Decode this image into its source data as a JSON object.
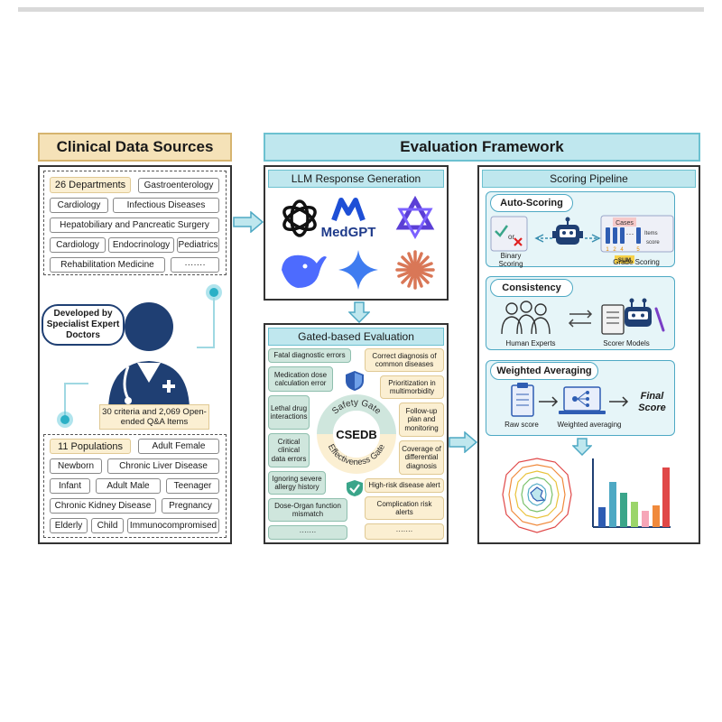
{
  "header": {
    "left_title": "Clinical Data Sources",
    "right_title": "Evaluation Framework"
  },
  "departments": {
    "title": "26 Departments",
    "items": [
      "Gastroenterology",
      "Cardiology",
      "Infectious Diseases",
      "Hepatobiliary and Pancreatic Surgery",
      "Cardiology",
      "Endocrinology",
      "Pediatrics",
      "Rehabilitation Medicine",
      "·······"
    ]
  },
  "doctor": {
    "developed_by": "Developed by Specialist Expert Doctors",
    "criteria": "30 criteria and 2,069 Open-ended Q&A Items"
  },
  "populations": {
    "title": "11 Populations",
    "items": [
      "Adult Female",
      "Newborn",
      "Chronic Liver Disease",
      "Infant",
      "Adult Male",
      "Teenager",
      "Chronic Kidney Disease",
      "Pregnancy",
      "Elderly",
      "Child",
      "Immunocompromised"
    ]
  },
  "llm": {
    "title": "LLM Response Generation",
    "medgpt_label": "MedGPT",
    "logos": [
      "openai-logo",
      "medgpt-logo",
      "qwen-logo",
      "deepseek-logo",
      "gemini-logo",
      "claude-logo"
    ]
  },
  "gated": {
    "title": "Gated-based Evaluation",
    "safety_left": [
      "Fatal diagnostic errors",
      "Medication dose calculation error",
      "Lethal drug interactions",
      "Critical clinical data errors",
      "Ignoring severe allergy history",
      "Dose-Organ function mismatch",
      "·······"
    ],
    "effect_right": [
      "Correct diagnosis of common diseases",
      "Prioritization in multimorbidity",
      "Follow-up plan and monitoring",
      "Coverage of differential diagnosis",
      "High-risk disease alert",
      "Complication risk alerts",
      "·······"
    ],
    "center": "CSEDB",
    "safety_gate": "Safety Gate",
    "effectiveness_gate": "Effectiveness Gate"
  },
  "scoring": {
    "title": "Scoring Pipeline",
    "auto": {
      "title": "Auto-Scoring",
      "binary": "Binary Scoring",
      "or": "or",
      "grade": "Grade Scoring",
      "cases": "Cases",
      "sum": "SUM",
      "items": "Items",
      "score": "score",
      "nums": [
        "1",
        "2",
        "4",
        "5"
      ],
      "dots": "···"
    },
    "consistency": {
      "title": "Consistency",
      "human": "Human Experts",
      "scorer": "Scorer Models"
    },
    "weighted": {
      "title": "Weighted Averaging",
      "raw": "Raw score",
      "avg": "Weighted averaging",
      "final": "Final Score"
    }
  },
  "colors": {
    "accent": "#4ea9c4",
    "green": "#cfe6dd",
    "yellow": "#fbefd2",
    "header_left": "#f5e2b8",
    "header_right": "#bfe7ee",
    "navy": "#1f3f73"
  }
}
